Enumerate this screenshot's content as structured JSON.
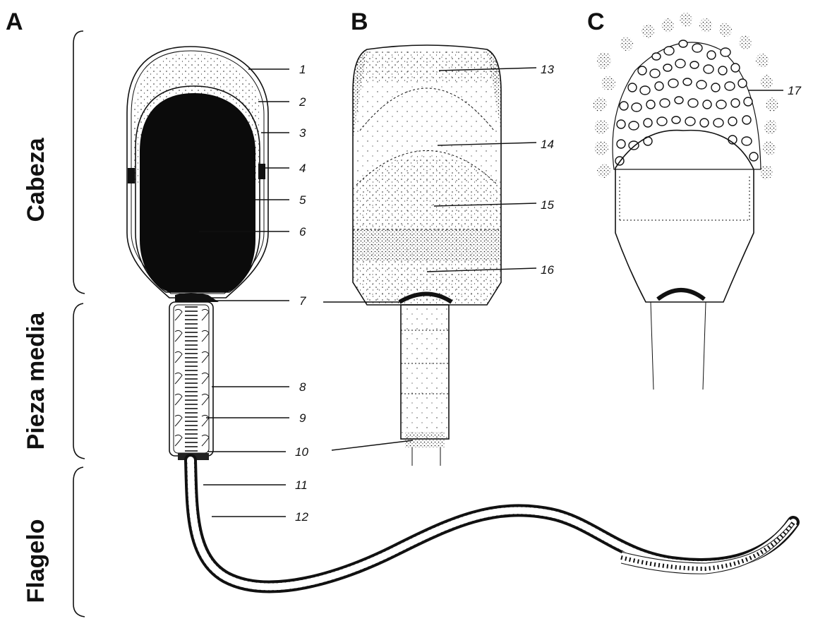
{
  "panels": [
    "A",
    "B",
    "C"
  ],
  "sections": {
    "head": "Cabeza",
    "midpiece": "Pieza media",
    "flagellum": "Flagelo"
  },
  "labels": [
    "1",
    "2",
    "3",
    "4",
    "5",
    "6",
    "7",
    "8",
    "9",
    "10",
    "11",
    "12",
    "13",
    "14",
    "15",
    "16",
    "17"
  ]
}
